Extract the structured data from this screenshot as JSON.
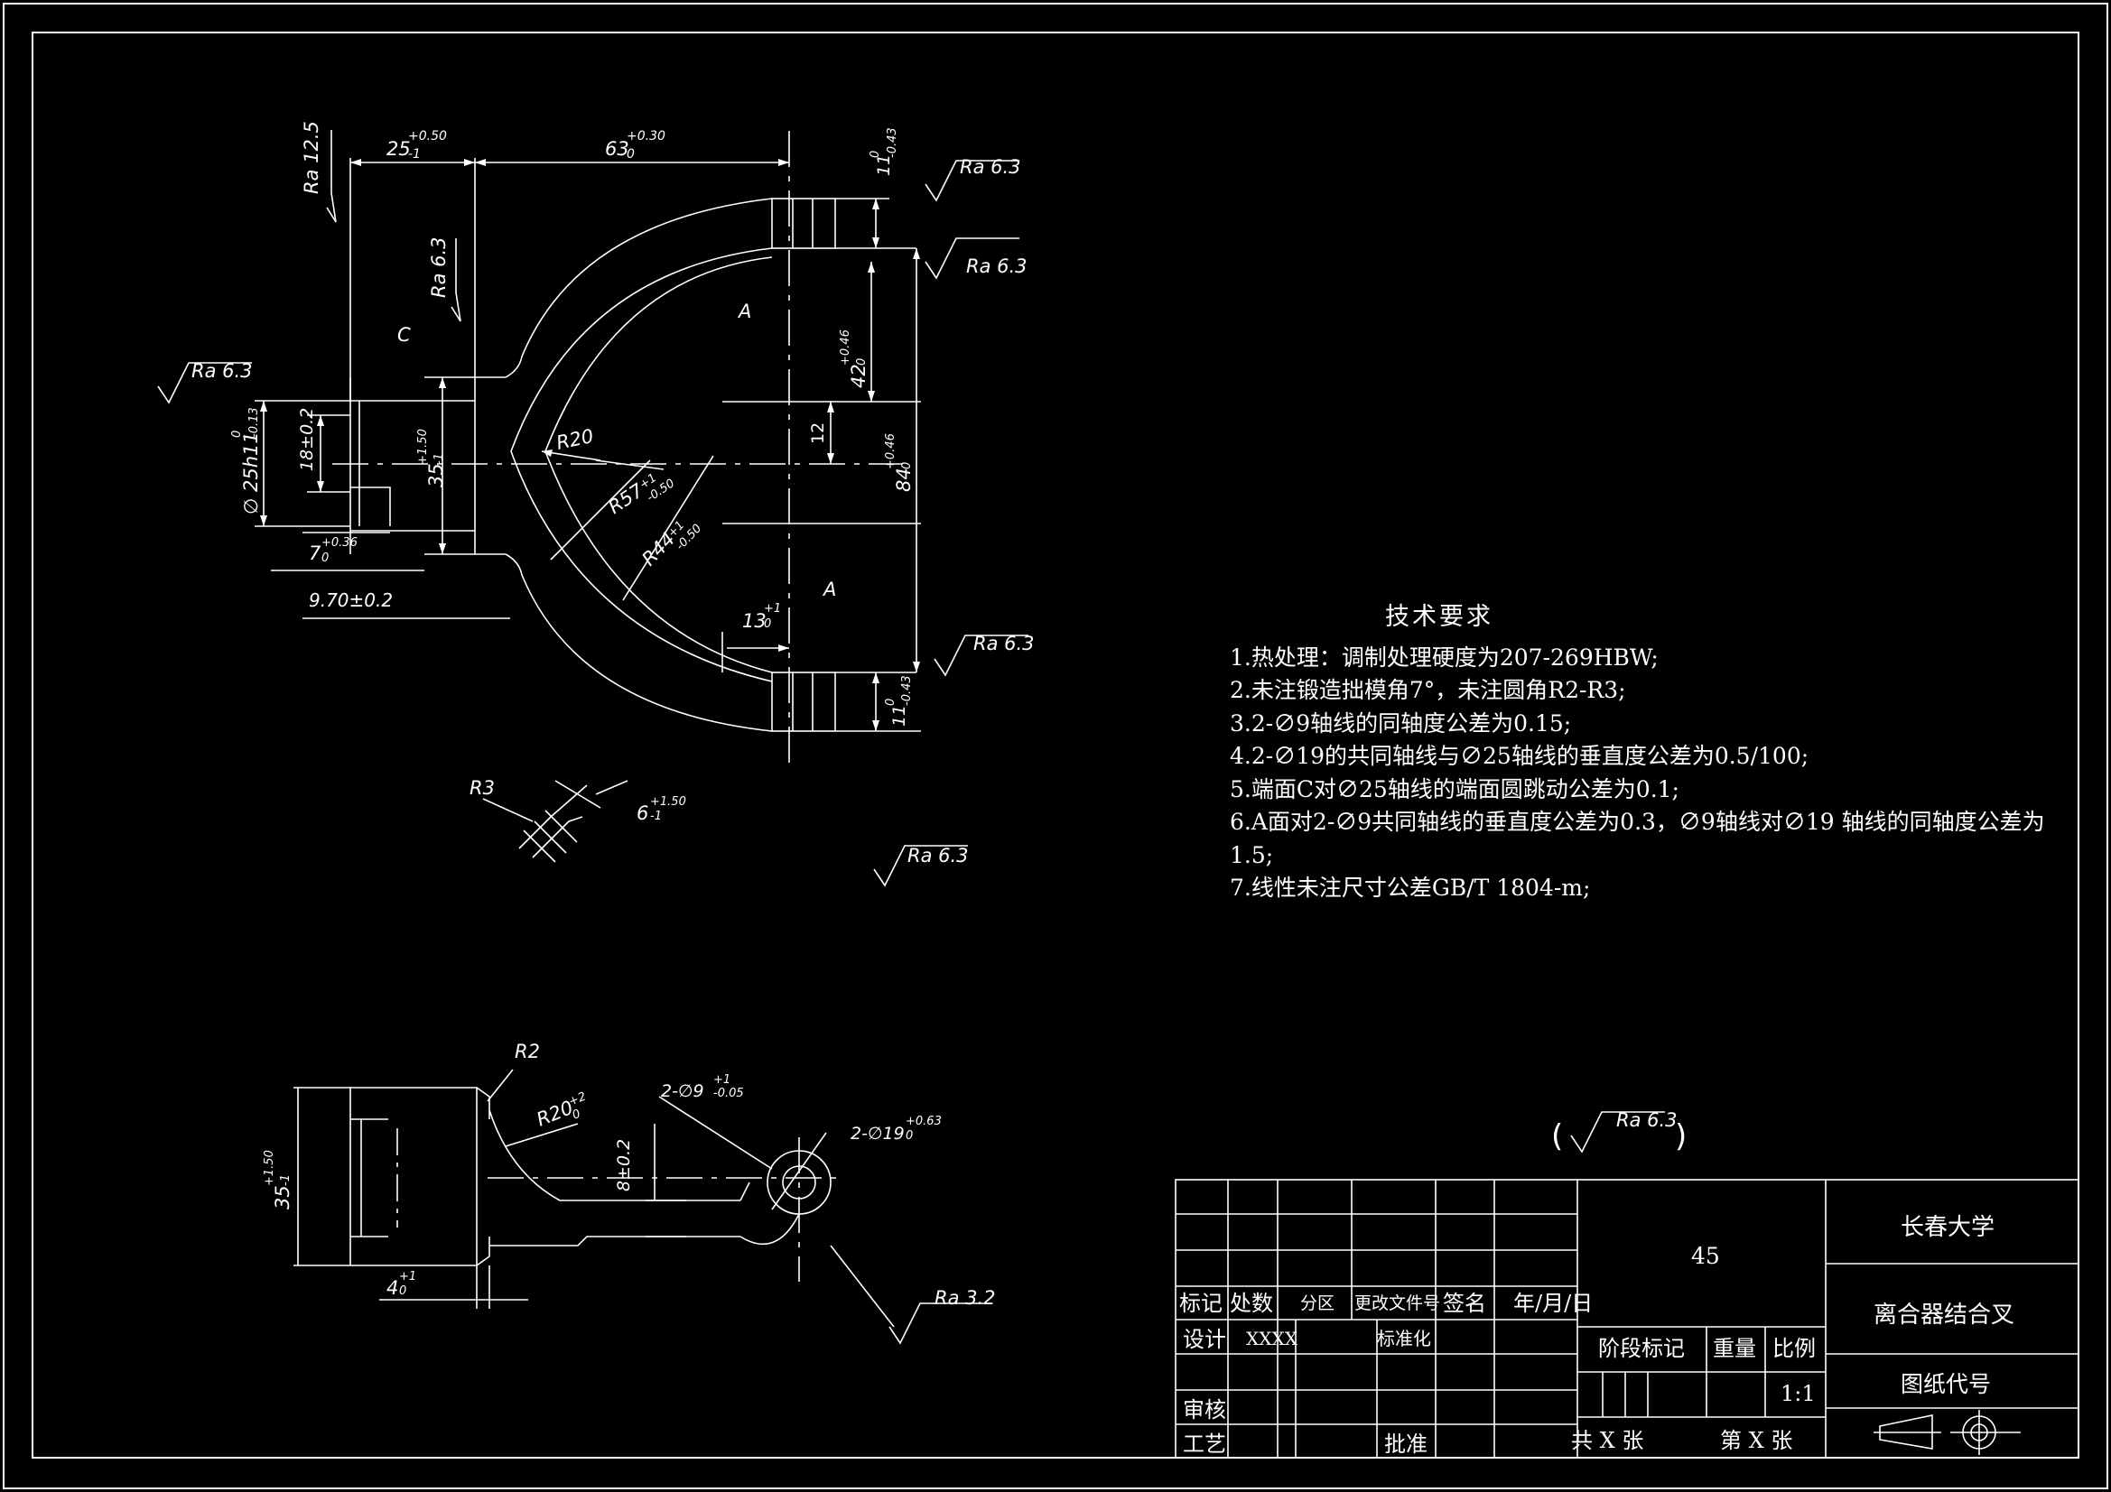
{
  "tech_requirements": {
    "title": "技术要求",
    "items": [
      "1.热处理：调制处理硬度为207-269HBW;",
      "2.未注锻造拙模角7°，未注圆角R2-R3;",
      "3.2-∅9轴线的同轴度公差为0.15;",
      "4.2-∅19的共同轴线与∅25轴线的垂直度公差为0.5/100;",
      "5.端面C对∅25轴线的端面圆跳动公差为0.1;",
      "6.A面对2-∅9共同轴线的垂直度公差为0.3，∅9轴线对∅19 轴线的同轴度公差为1.5;",
      "7.线性未注尺寸公差GB/T 1804-m;"
    ]
  },
  "roughness": {
    "ra125": "Ra 12.5",
    "ra63": "Ra 6.3",
    "ra32": "Ra 3.2"
  },
  "dimensions": {
    "d25": "25",
    "d25_upper": "+0.50",
    "d25_lower": "-1",
    "d63": "63",
    "d63_upper": "+0.30",
    "d63_lower": "0",
    "d11_main": "11",
    "d11_upper": "0",
    "d11_lower": "-0.43",
    "d42": "42",
    "d42_upper": "+0.46",
    "d42_lower": "0",
    "d12": "12",
    "d84": "84",
    "d84_upper": "+0.46",
    "d84_lower": "0",
    "d_phi25": "∅ 25h11",
    "d_phi25_upper": "0",
    "d_phi25_lower": "-0.13",
    "d18": "18±0.2",
    "d35": "35",
    "d35_upper": "+1.50",
    "d35_lower": "-1",
    "d7": "7",
    "d7_upper": "+0.36",
    "d7_lower": "0",
    "d970": "9.70±0.2",
    "r20": "R20",
    "r57": "R57",
    "r57_upper": "+1",
    "r57_lower": "-0.50",
    "r44": "R44",
    "r44_upper": "+1",
    "r44_lower": "-0.50",
    "d13": "13",
    "d13_upper": "+1",
    "d13_lower": "0",
    "r3": "R3",
    "d6": "6",
    "d6_upper": "+1.50",
    "d6_lower": "-1",
    "r2": "R2",
    "r20b": "R20",
    "r20b_upper": "+2",
    "r20b_lower": "0",
    "phi9": "2-∅9",
    "phi9_upper": "+1",
    "phi9_lower": "-0.05",
    "phi19": "2-∅19",
    "phi19_upper": "+0.63",
    "phi19_lower": "0",
    "d8": "8±0.2",
    "d4": "4",
    "d4_upper": "+1",
    "d4_lower": "0",
    "label_c": "C",
    "label_a": "A"
  },
  "title_block": {
    "material": "45",
    "school": "长春大学",
    "part_name": "离合器结合叉",
    "drawing_code": "图纸代号",
    "headers": [
      "标记",
      "处数",
      "分区",
      "更改文件号",
      "签名",
      "年/月/日"
    ],
    "design": "设计",
    "designer": "XXXX",
    "standardize": "标准化",
    "review": "审核",
    "process": "工艺",
    "approve": "批准",
    "stage_mark": "阶段标记",
    "weight": "重量",
    "scale": "比例",
    "scale_value": "1:1",
    "sheets_total": "共 X 张",
    "sheet_no": "第 X 张"
  }
}
